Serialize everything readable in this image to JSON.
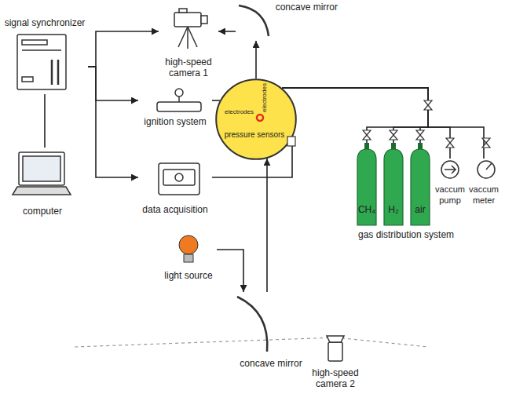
{
  "diagram": {
    "nodes": [
      {
        "text": [
          "signal synchronizer"
        ]
      },
      {
        "text": [
          "computer"
        ]
      },
      {
        "text": [
          "high-speed camera 1"
        ]
      },
      {
        "text": [
          "ignition system"
        ]
      },
      {
        "text": [
          "data acquisition"
        ]
      },
      {
        "text": [
          "light source"
        ]
      },
      {
        "text": [
          "concave mirror"
        ]
      },
      {
        "text": [
          "electrodes",
          "electrodes"
        ]
      },
      {
        "text": [
          "concave mirror"
        ]
      },
      {
        "text": [
          "CH₄"
        ]
      },
      {
        "text": [
          "H₂"
        ]
      },
      {
        "text": [
          "air"
        ]
      },
      {
        "text": [
          "vaccum pump"
        ]
      },
      {
        "text": [
          "vaccum meter"
        ]
      },
      {
        "text": [
          "high-speed camera 2"
        ]
      }
    ],
    "edges": [
      {
        "from": 0,
        "to": 2,
        "arrow": "to"
      },
      {
        "from": 0,
        "to": 3,
        "arrow": "to"
      },
      {
        "from": 0,
        "to": 4,
        "arrow": "to"
      },
      {
        "from": 0,
        "to": 1,
        "arrow": "none"
      },
      {
        "from": 6,
        "to": 2,
        "arrow": "to"
      },
      {
        "from": 7,
        "to": 6,
        "arrow": "to"
      },
      {
        "from": 8,
        "to": 7,
        "arrow": "to"
      },
      {
        "from": 5,
        "to": 8,
        "arrow": "to"
      },
      {
        "from": 3,
        "to": 7,
        "arrow": "none"
      },
      {
        "from": 4,
        "to": 7,
        "arrow": "none"
      },
      {
        "from": 7,
        "to": 9,
        "arrow": "none"
      },
      {
        "from": 7,
        "to": 10,
        "arrow": "none"
      },
      {
        "from": 7,
        "to": 11,
        "arrow": "none"
      },
      {
        "from": 7,
        "to": 12,
        "arrow": "none"
      },
      {
        "from": 7,
        "to": 13,
        "arrow": "none"
      }
    ],
    "labels": [
      "pressure sensors",
      "gas distribution system"
    ]
  }
}
